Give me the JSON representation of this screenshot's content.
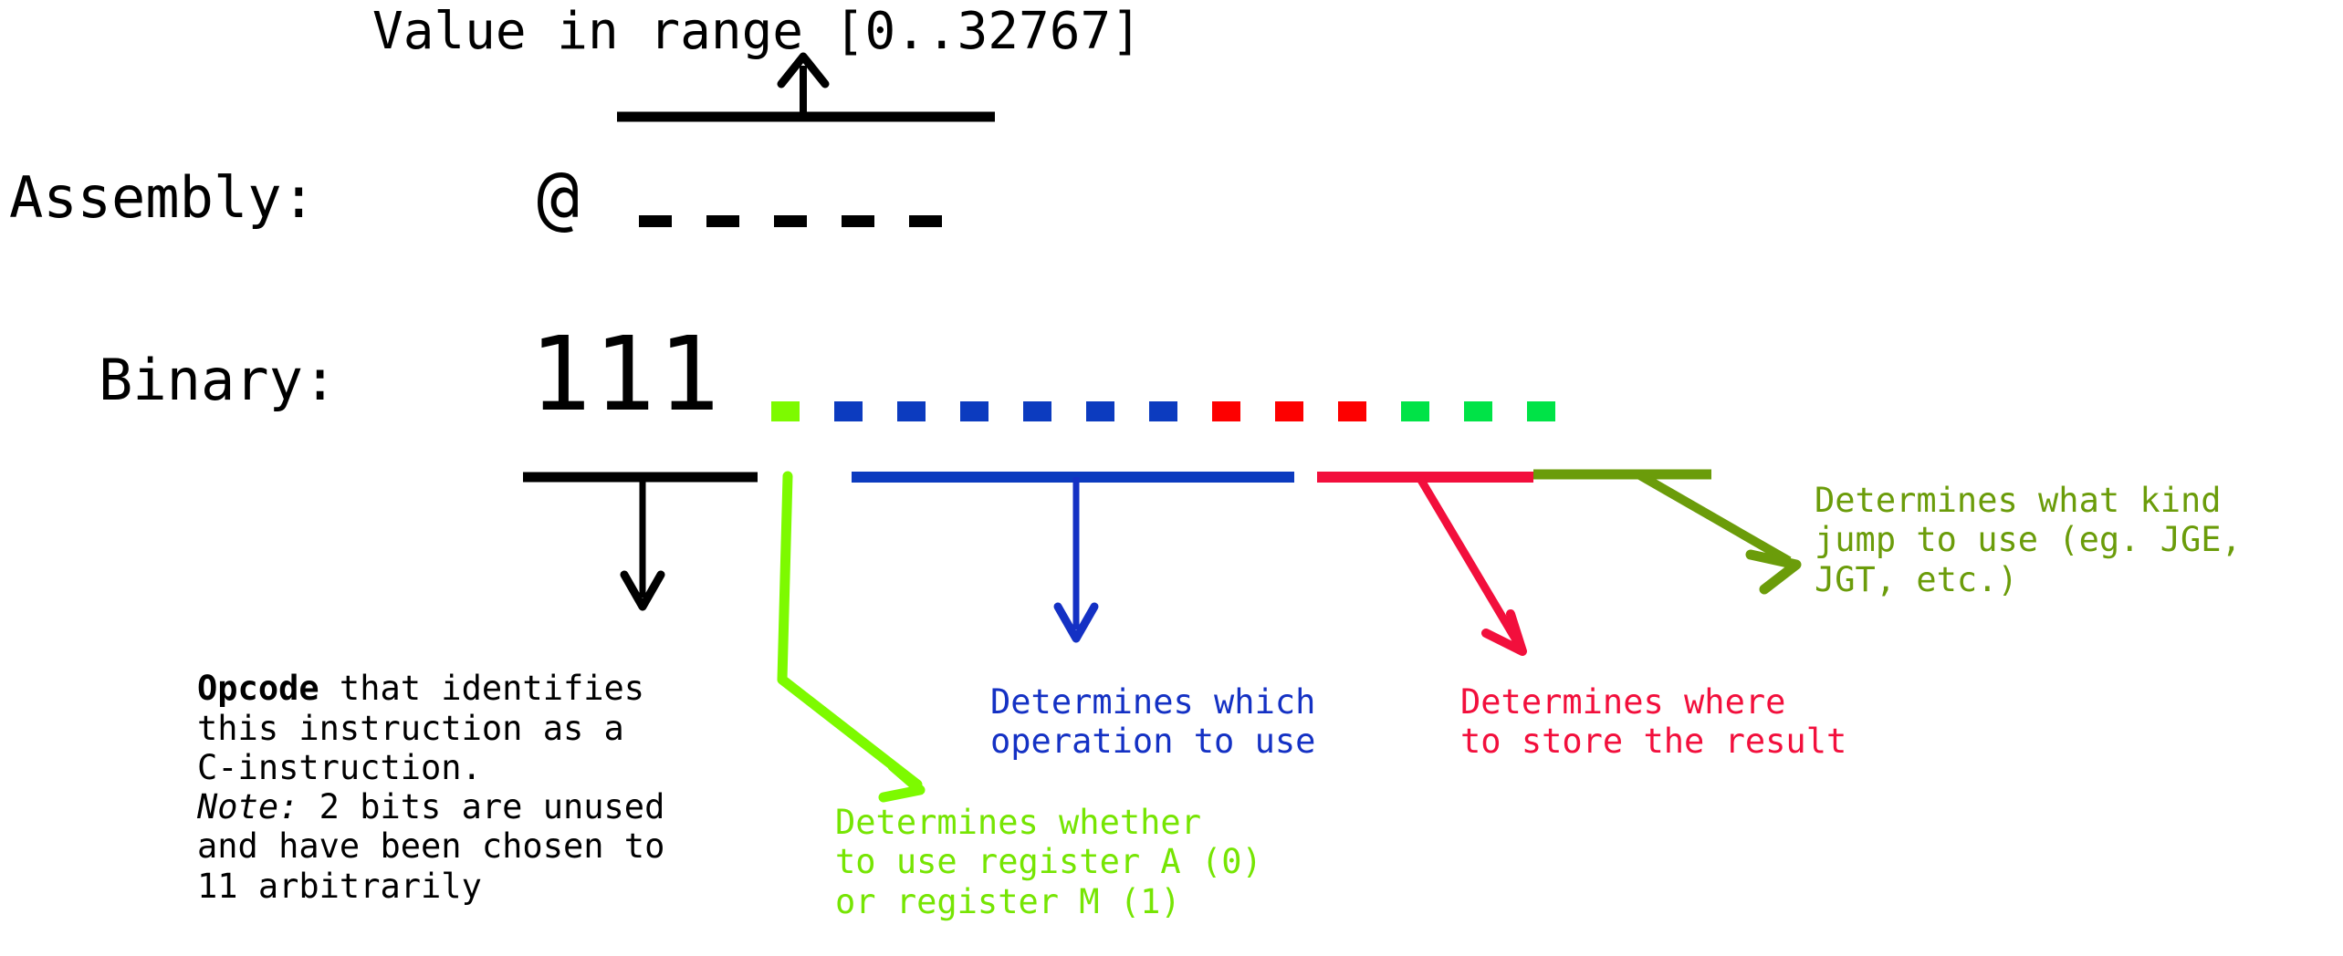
{
  "title": "Value in range [0..32767]",
  "rows": {
    "assembly": {
      "label": "Assembly:",
      "code": "@",
      "dash_count": 5,
      "dash_color": "#000000"
    },
    "binary": {
      "label": "Binary:",
      "code": "111",
      "segments": [
        {
          "name": "a-bit",
          "count": 1,
          "color": "#7dfa00"
        },
        {
          "name": "comp",
          "count": 6,
          "color": "#0c3bbf"
        },
        {
          "name": "dest",
          "count": 3,
          "color": "#fd0000"
        },
        {
          "name": "jump",
          "count": 3,
          "color": "#00e347"
        }
      ]
    }
  },
  "captions": {
    "opcode": {
      "lead": "Opcode",
      "body": " that identifies\nthis instruction as a\nC-instruction.\n",
      "note_lead": "Note:",
      "note_body": " 2 bits are unused\nand have been chosen to\n11 arbitrarily",
      "color": "#000000"
    },
    "a_bit": {
      "text": "Determines whether\nto use register A (0)\nor register M (1)",
      "color": "#76e503"
    },
    "comp": {
      "text": "Determines which\noperation to use",
      "color": "#1431c4"
    },
    "dest": {
      "text": "Determines where\nto store the result",
      "color": "#f20f3c"
    },
    "jump": {
      "text": "Determines what kind\njump to use (eg. JGE,\nJGT, etc.)",
      "color": "#6b9c0a"
    }
  },
  "colors": {
    "black": "#000000",
    "chartreuse": "#7dfa00",
    "blue": "#0c3bbf",
    "red": "#fd0000",
    "green": "#00e347",
    "olive": "#6b9c0a",
    "crimson": "#f20f3c",
    "background": "#ffffff"
  }
}
